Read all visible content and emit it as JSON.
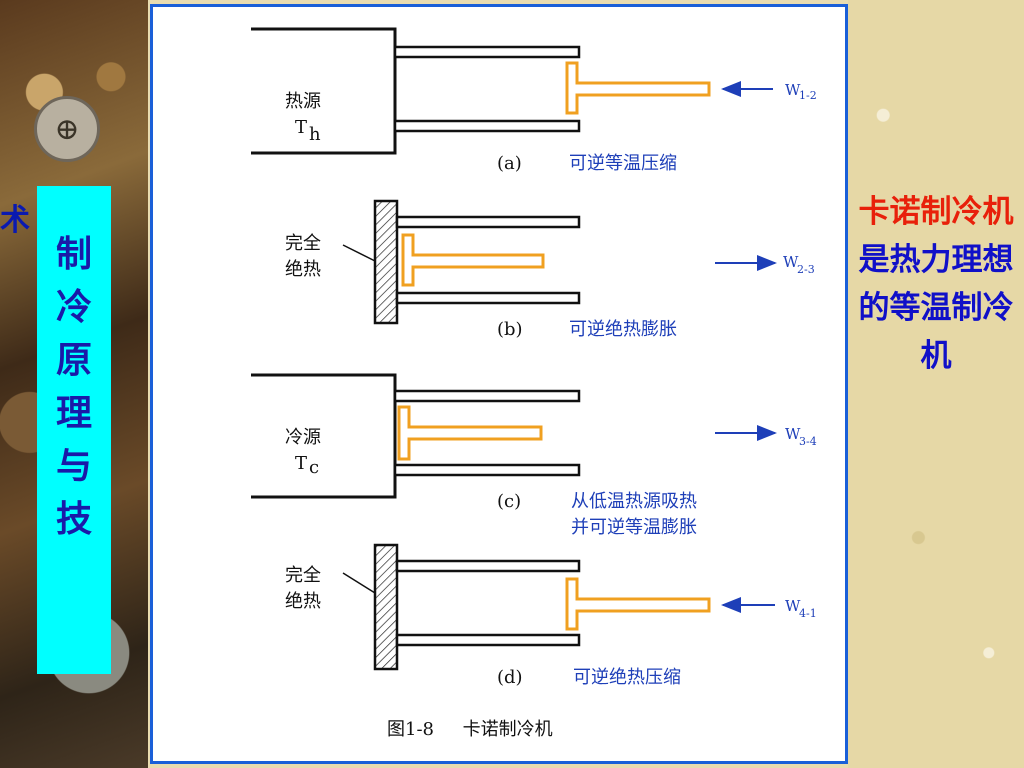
{
  "side_title_cut": "术",
  "side_title": [
    "制",
    "冷",
    "原",
    "理",
    "与",
    "技"
  ],
  "note": {
    "red": "卡诺制冷机",
    "blue": "是热力理想的等温制冷机"
  },
  "panels": {
    "a": {
      "source_label": "热源",
      "source_sym": "T",
      "source_sub": "h",
      "tag": "(a)",
      "caption": "可逆等温压缩",
      "work": "W",
      "work_sub": "1-2"
    },
    "b": {
      "insul_line1": "完全",
      "insul_line2": "绝热",
      "tag": "(b)",
      "caption": "可逆绝热膨胀",
      "work": "W",
      "work_sub": "2-3"
    },
    "c": {
      "source_label": "冷源",
      "source_sym": "T",
      "source_sub": "c",
      "tag": "(c)",
      "caption_line1": "从低温热源吸热",
      "caption_line2": "并可逆等温膨胀",
      "work": "W",
      "work_sub": "3-4"
    },
    "d": {
      "insul_line1": "完全",
      "insul_line2": "绝热",
      "tag": "(d)",
      "caption": "可逆绝热压缩",
      "work": "W",
      "work_sub": "4-1"
    }
  },
  "figure_caption": "图1-8     卡诺制冷机",
  "colors": {
    "piston": "#f0a020",
    "arrow": "#1e3fb8",
    "frame": "#1a5fd8",
    "title_bg": "#00ffff"
  }
}
